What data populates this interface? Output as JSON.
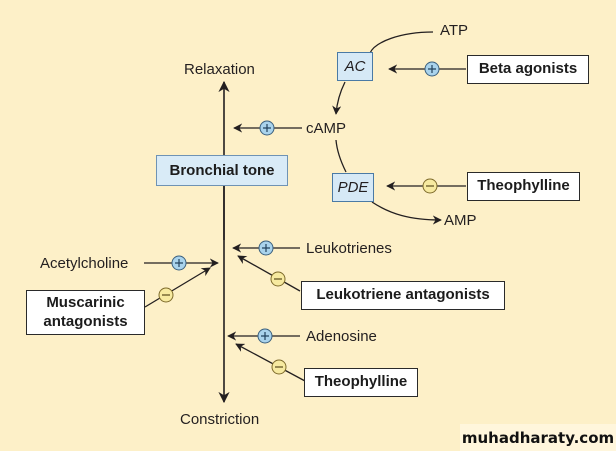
{
  "diagram": {
    "axis": {
      "top_label": "Relaxation",
      "bottom_label": "Constriction",
      "center_label": "Bronchial tone"
    },
    "pathway": {
      "atp": "ATP",
      "camp": "cAMP",
      "amp": "AMP",
      "enzyme_ac": "AC",
      "enzyme_pde": "PDE"
    },
    "agents": {
      "beta_agonists": "Beta agonists",
      "theophylline_pde": "Theophylline",
      "acetylcholine": "Acetylcholine",
      "muscarinic_line1": "Muscarinic",
      "muscarinic_line2": "antagonists",
      "leukotrienes": "Leukotrienes",
      "leukotriene_antagonists": "Leukotriene antagonists",
      "adenosine": "Adenosine",
      "theophylline_adenosine": "Theophylline"
    },
    "signs": {
      "plus": "+",
      "minus": "−"
    },
    "colors": {
      "background": "#fdf0c8",
      "plus_fill": "#a9d3ec",
      "minus_fill": "#f7eaa0",
      "arrow": "#231f20"
    }
  },
  "watermark": "muhadharaty.com"
}
